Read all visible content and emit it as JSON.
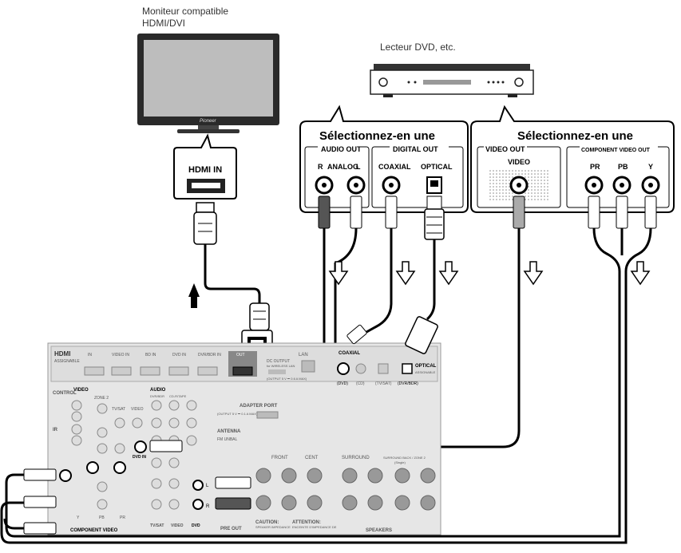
{
  "tv": {
    "caption_line1": "Moniteur compatible",
    "caption_line2": "HDMI/DVI",
    "brand": "Pioneer",
    "hdmi_in_label": "HDMI IN"
  },
  "dvd": {
    "caption": "Lecteur DVD, etc."
  },
  "audio_box": {
    "title": "Sélectionnez-en une",
    "audio_out_label": "AUDIO OUT",
    "digital_out_label": "DIGITAL OUT",
    "r_label": "R",
    "analog_label": "ANALOG",
    "l_label": "L",
    "coaxial_label": "COAXIAL",
    "optical_label": "OPTICAL"
  },
  "video_box": {
    "title": "Sélectionnez-en une",
    "video_out_label": "VIDEO OUT",
    "video_label": "VIDEO",
    "component_label": "COMPONENT VIDEO OUT",
    "pr_label": "PR",
    "pb_label": "PB",
    "y_label": "Y"
  },
  "receiver": {
    "hdmi_label": "HDMI",
    "assignable_label": "ASSIGNABLE",
    "in_label": "IN",
    "video_in_label": "VIDEO IN",
    "bd_in_label": "BD IN",
    "dvd_in_label": "DVD IN",
    "dvr_bdr_in_label": "DVR/BDR IN",
    "out_label": "OUT",
    "lan_label": "LAN",
    "dc_output_label": "DC OUTPUT",
    "wireless_label": "for WIRELESS LAN",
    "dc_spec_label": "(OUTPUT 5 V ⎓ 0.6 A MAX)",
    "coaxial_label": "COAXIAL",
    "dvd_label": "(DVD)",
    "cd_label": "(CD)",
    "tv_sat_label": "(TV/SAT)",
    "dvr_bdr_label": "(DVR/BDR)",
    "optical_label": "OPTICAL",
    "optical_assignable": "ASSIGNABLE",
    "control_label": "CONTROL",
    "video_label": "VIDEO",
    "audio_label": "AUDIO",
    "zone2_label": "ZONE 2",
    "tvsat_in_label": "TV/SAT",
    "video_in2_label": "VIDEO",
    "dvr_bdr2_label": "DVR/BDR",
    "cd_rtape_label": "CD-R/TAPE",
    "adapter_port_label": "ADAPTER PORT",
    "adapter_spec_label": "(OUTPUT 5 V ⎓ 0.1 A MAX)",
    "antenna_label": "ANTENNA",
    "fm_unbal_label": "FM UNBAL",
    "ir_label": "IR",
    "dvd_in_audio_label": "DVD IN",
    "component_video_label": "COMPONENT VIDEO",
    "tv_sat_bottom": "TV/SAT",
    "video_bottom": "VIDEO",
    "dvd_bottom": "DVD",
    "front_label": "FRONT",
    "center_label": "CENT",
    "surround_label": "SURROUND",
    "surround_back_label": "SURROUND BACK / ZONE 2",
    "single_label": "(Single)",
    "pre_out_label": "PRE OUT",
    "caution_label": "CAUTION:",
    "caution_text": "SPEAKER IMPEDANCE",
    "attention_label": "ATTENTION:",
    "attention_text": "ENCEINTE D'IMPEDANCE DE",
    "speakers_label": "SPEAKERS",
    "r_label": "R",
    "l_label": "L",
    "y_label": "Y",
    "pb_label": "PB",
    "pr_label": "PR"
  }
}
